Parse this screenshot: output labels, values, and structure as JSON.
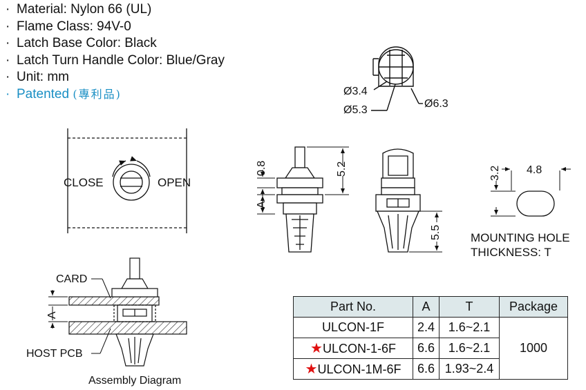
{
  "specs": [
    {
      "label": "Material: Nylon 66 (UL)"
    },
    {
      "label": "Flame Class: 94V-0"
    },
    {
      "label": "Latch Base Color: Black"
    },
    {
      "label": "Latch Turn Handle Color: Blue/Gray"
    },
    {
      "label": "Unit: mm"
    }
  ],
  "patented": {
    "label": "Patented",
    "cjk": "(專利品)"
  },
  "top_view": {
    "d1": "Ø3.4",
    "d2": "Ø5.3",
    "d3": "Ø6.3"
  },
  "panel_view": {
    "close": "CLOSE",
    "open": "OPEN"
  },
  "front_view": {
    "d_08": "0.8",
    "d_a": "A",
    "d_52": "5.2"
  },
  "side_view": {
    "d_55": "5.5"
  },
  "hole": {
    "w": "4.8",
    "h": "3.2",
    "note1": "MOUNTING  HOLE",
    "note2": "THICKNESS: T"
  },
  "assembly": {
    "card": "CARD",
    "a": "A",
    "host": "HOST  PCB",
    "caption": "Assembly  Diagram"
  },
  "table": {
    "headers": [
      "Part No.",
      "A",
      "T",
      "Package"
    ],
    "rows": [
      {
        "part": "ULCON-1F",
        "star": "",
        "a": "2.4",
        "t": "1.6~2.1"
      },
      {
        "part": "ULCON-1-6F",
        "star": "★",
        "a": "6.6",
        "t": "1.6~2.1"
      },
      {
        "part": "ULCON-1M-6F",
        "star": "★",
        "a": "6.6",
        "t": "1.93~2.4"
      }
    ],
    "package": "1000"
  },
  "colors": {
    "patented": "#1a8fc4",
    "star": "#e01010",
    "table_header": "#dde8ea"
  }
}
